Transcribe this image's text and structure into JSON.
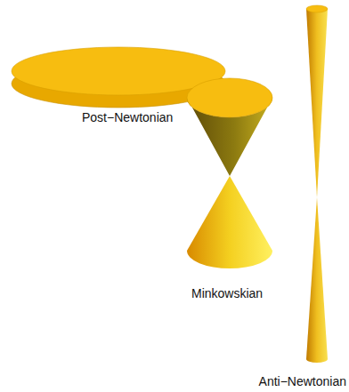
{
  "diagram": {
    "labels": [
      "Post−Newtonian",
      "Minkowskian",
      "Anti−Newtonian"
    ]
  }
}
